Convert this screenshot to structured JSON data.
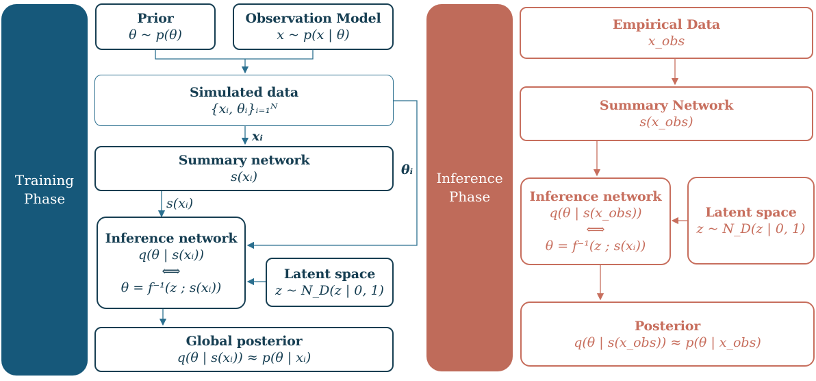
{
  "training": {
    "phase_label": "Training\nPhase",
    "prior": {
      "title": "Prior",
      "math": "θ ~ p(θ)"
    },
    "observation_model": {
      "title": "Observation Model",
      "math": "x ~ p(x | θ)"
    },
    "simulated_data": {
      "title": "Simulated data",
      "math": "{xᵢ, θᵢ}ᵢ₌₁ᴺ"
    },
    "summary_network": {
      "title": "Summary network",
      "math": "s(xᵢ)"
    },
    "inference_network": {
      "title": "Inference network",
      "line1": "q(θ | s(xᵢ))",
      "line2": "⟺",
      "line3": "θ = f⁻¹(z ; s(xᵢ))"
    },
    "latent_space": {
      "title": "Latent space",
      "math": "z ~ N_D(z | 0, 1)"
    },
    "global_posterior": {
      "title": "Global posterior",
      "math": "q(θ | s(xᵢ)) ≈ p(θ | xᵢ)"
    },
    "edge_labels": {
      "x_i": "xᵢ",
      "s_x_i": "s(xᵢ)",
      "theta_i": "θᵢ"
    }
  },
  "inference": {
    "phase_label": "Inference\nPhase",
    "empirical_data": {
      "title": "Empirical Data",
      "math": "x_obs"
    },
    "summary_network": {
      "title": "Summary Network",
      "math": "s(x_obs)"
    },
    "inference_network": {
      "title": "Inference network",
      "line1": "q(θ | s(x_obs))",
      "line2": "⟺",
      "line3": "θ = f⁻¹(z ; s(xᵢ))"
    },
    "latent_space": {
      "title": "Latent space",
      "math": "z ~ N_D(z | 0, 1)"
    },
    "posterior": {
      "title": "Posterior",
      "math": "q(θ | s(x_obs)) ≈ p(θ | x_obs)"
    }
  },
  "colors": {
    "training_dark": "#16587a",
    "training_text": "#163e52",
    "inference": "#bf6b5a"
  }
}
